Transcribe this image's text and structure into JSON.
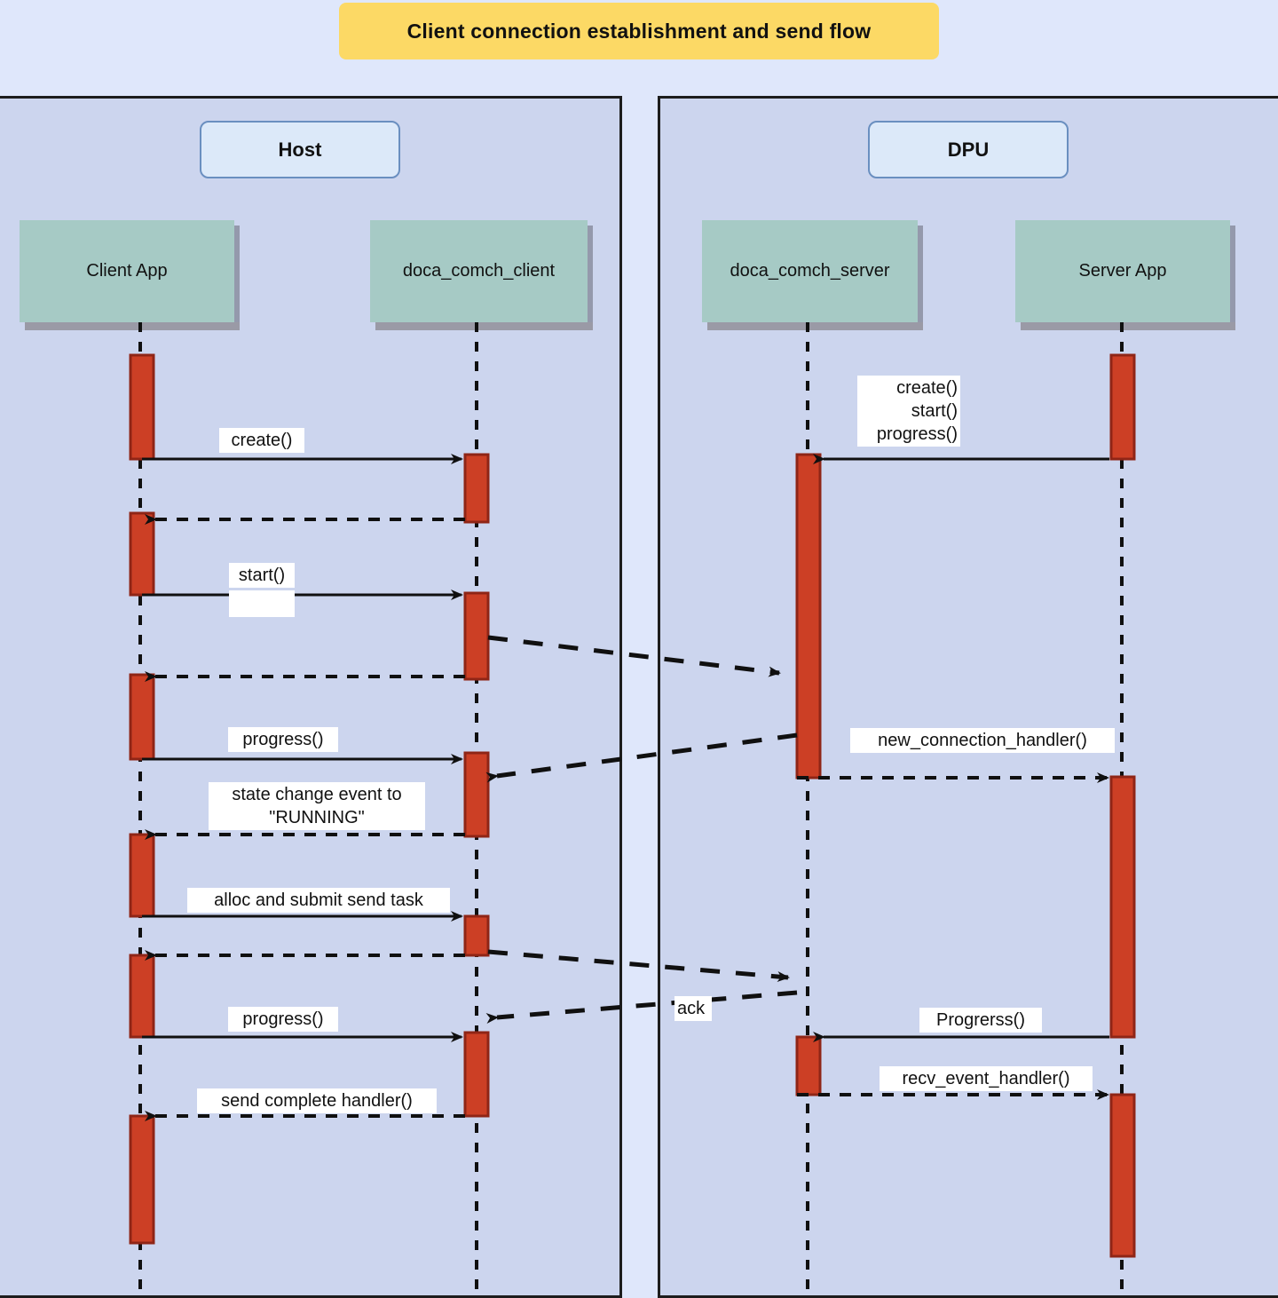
{
  "title": "Client connection establishment and send flow",
  "groups": [
    {
      "name": "Host",
      "label": "Host"
    },
    {
      "name": "DPU",
      "label": "DPU"
    }
  ],
  "participants": [
    {
      "id": "client_app",
      "label": "Client App"
    },
    {
      "id": "comch_client",
      "label": "doca_comch_client"
    },
    {
      "id": "comch_server",
      "label": "doca_comch_server"
    },
    {
      "id": "server_app",
      "label": "Server App"
    }
  ],
  "messages": [
    {
      "id": "m1",
      "label": "create()",
      "from": "client_app",
      "to": "comch_client",
      "style": "solid"
    },
    {
      "id": "m2",
      "label": "",
      "from": "comch_client",
      "to": "client_app",
      "style": "dashed"
    },
    {
      "id": "m3",
      "label": "start()",
      "from": "client_app",
      "to": "comch_client",
      "style": "solid"
    },
    {
      "id": "m4",
      "label": "",
      "from": "client_app",
      "to": "comch_client",
      "style": "solid"
    },
    {
      "id": "m5",
      "label": "",
      "from": "comch_client",
      "to": "client_app",
      "style": "dashed"
    },
    {
      "id": "m6",
      "label": "progress()",
      "from": "client_app",
      "to": "comch_client",
      "style": "solid"
    },
    {
      "id": "m7",
      "label": "state change event to\n\"RUNNING\"",
      "from": "comch_client",
      "to": "client_app",
      "style": "dashed"
    },
    {
      "id": "m8",
      "label": "alloc and submit send task",
      "from": "client_app",
      "to": "comch_client",
      "style": "solid"
    },
    {
      "id": "m9",
      "label": "",
      "from": "comch_client",
      "to": "client_app",
      "style": "dashed"
    },
    {
      "id": "m10",
      "label": "progress()",
      "from": "client_app",
      "to": "comch_client",
      "style": "solid"
    },
    {
      "id": "m11",
      "label": "send complete handler()",
      "from": "comch_client",
      "to": "client_app",
      "style": "dashed"
    },
    {
      "id": "m12",
      "label": "create()\nstart()\nprogress()",
      "from": "server_app",
      "to": "comch_server",
      "style": "solid"
    },
    {
      "id": "m13",
      "label": "new_connection_handler()",
      "from": "comch_server",
      "to": "server_app",
      "style": "dashed"
    },
    {
      "id": "m14",
      "label": "Progrerss()",
      "from": "server_app",
      "to": "comch_server",
      "style": "solid"
    },
    {
      "id": "m15",
      "label": "recv_event_handler()",
      "from": "comch_server",
      "to": "server_app",
      "style": "dashed"
    },
    {
      "id": "m16",
      "label": "",
      "from": "comch_client",
      "to": "comch_server",
      "style": "dashed"
    },
    {
      "id": "m17",
      "label": "",
      "from": "comch_server",
      "to": "comch_client",
      "style": "dashed"
    },
    {
      "id": "m18",
      "label": "ack",
      "from": "comch_client",
      "to": "comch_server",
      "style": "dashed"
    },
    {
      "id": "m19",
      "label": "",
      "from": "comch_server",
      "to": "comch_client",
      "style": "dashed"
    }
  ],
  "colors": {
    "title_background": "#fcd965",
    "frame_background": "#ccd5ee",
    "page_background": "#dfe7fb",
    "participant_fill": "#a6cac5",
    "group_pill_fill": "#dce9f9",
    "group_pill_border": "#6a8fc0",
    "activation_fill": "#cc3f25",
    "activation_border": "#8f2516",
    "line": "#101010"
  }
}
